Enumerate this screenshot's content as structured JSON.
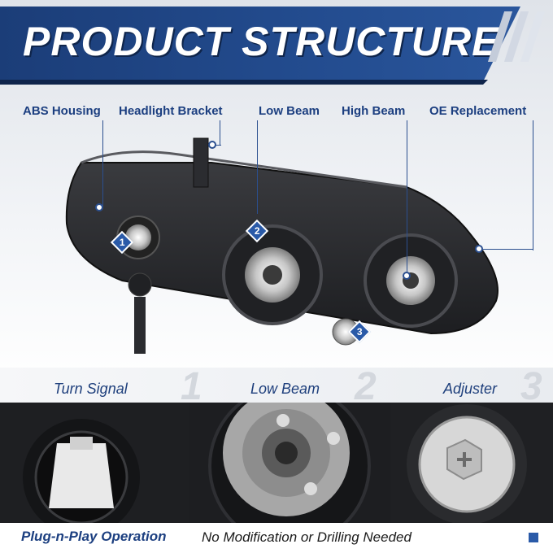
{
  "header": {
    "title": "PRODUCT STRUCTURE"
  },
  "callouts": [
    {
      "label": "ABS Housing"
    },
    {
      "label": "Headlight Bracket"
    },
    {
      "label": "Low Beam"
    },
    {
      "label": "High Beam"
    },
    {
      "label": "OE Replacement"
    }
  ],
  "badges": [
    "1",
    "2",
    "3"
  ],
  "details": [
    {
      "label": "Turn Signal",
      "number": "1"
    },
    {
      "label": "Low Beam",
      "number": "2"
    },
    {
      "label": "Adjuster",
      "number": "3"
    }
  ],
  "footer": {
    "feature": "Plug-n-Play Operation",
    "note": "No Modification or Drilling Needed"
  },
  "colors": {
    "brand_blue": "#1c3f80",
    "banner_blue": "#234c8f",
    "accent_blue": "#2a5aa8"
  }
}
